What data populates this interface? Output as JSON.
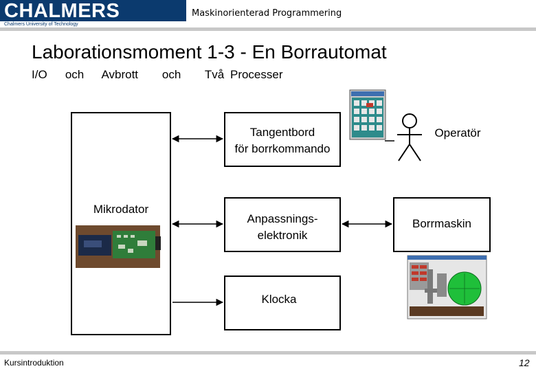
{
  "header": {
    "logo": "CHALMERS",
    "logo_subtitle": "Chalmers University of Technology",
    "course": "Maskinorienterad Programmering"
  },
  "slide": {
    "title": "Laborationsmoment 1-3 - En  Borrautomat",
    "subtitle": "I/O   och   Avbrott    och    Två Processer"
  },
  "diagram": {
    "microcomputer": "Mikrodator",
    "keyboard_line1": "Tangentbord",
    "keyboard_line2": "för borrkommando",
    "interface_line1": "Anpassnings-",
    "interface_line2": "elektronik",
    "clock": "Klocka",
    "operator": "Operatör",
    "drill": "Borrmaskin"
  },
  "footer": {
    "left": "Kursintroduktion",
    "page": "12"
  },
  "colors": {
    "brand": "#0b3a6e",
    "rule": "#c8c8c8",
    "keypad_bg": "#2e8b8b",
    "drill_display": "#1fbf3a"
  }
}
